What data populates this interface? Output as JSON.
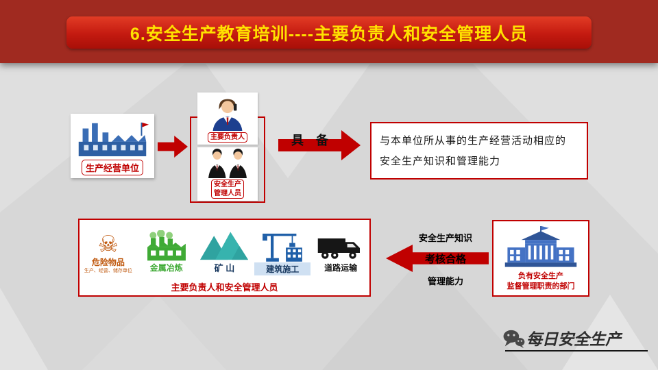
{
  "colors": {
    "accent-red": "#c00000",
    "band-red": "#a02a20",
    "title-yellow": "#ffe100",
    "tile-danger": "#c05a10",
    "tile-metal": "#3faa35"
  },
  "header": {
    "title": "6.安全生产教育培训----主要负责人和安全管理人员"
  },
  "flow": {
    "unit_label": "生产经营单位",
    "main_person_label": "主要负责人",
    "manager_label_line1": "安全生产",
    "manager_label_line2": "管理人员",
    "arrow_label": "具　备",
    "requirement_line1": "与本单位所从事的生产经营活动相应的",
    "requirement_line2": "安全生产知识和管理能力"
  },
  "industries": {
    "items": [
      {
        "name": "危险物品",
        "sub": "生产、经营、储存单位"
      },
      {
        "name": "金属冶炼",
        "sub": ""
      },
      {
        "name": "矿 山",
        "sub": ""
      },
      {
        "name": "建筑施工",
        "sub": ""
      },
      {
        "name": "道路运输",
        "sub": ""
      }
    ],
    "caption": "主要负责人和安全管理人员"
  },
  "assessment": {
    "top_label": "安全生产知识",
    "mid_label": "考核合格",
    "bottom_label": "管理能力"
  },
  "department": {
    "label_line1": "负有安全生产",
    "label_line2": "监督管理职责的部门"
  },
  "icons": {
    "skull_glyph": "☠"
  },
  "footer": {
    "brand": "每日安全生产"
  }
}
